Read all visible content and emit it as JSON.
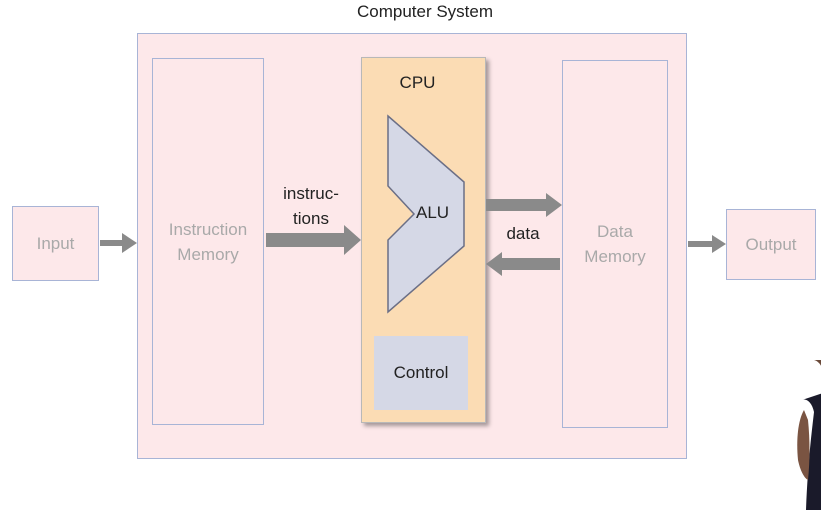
{
  "title": "Computer System",
  "nodes": {
    "input": "Input",
    "instruction_memory": [
      "Instruction",
      "Memory"
    ],
    "cpu": "CPU",
    "alu": "ALU",
    "control": "Control",
    "data_memory": [
      "Data",
      "Memory"
    ],
    "output": "Output"
  },
  "edges": {
    "instructions": [
      "instruc-",
      "tions"
    ],
    "data": "data"
  },
  "colors": {
    "system_fill": "#fde8ea",
    "border": "#a8b4d6",
    "cpu_fill": "#fbdcb4",
    "alu_fill": "#d5d8e6",
    "arrow": "#8a8a8a"
  }
}
